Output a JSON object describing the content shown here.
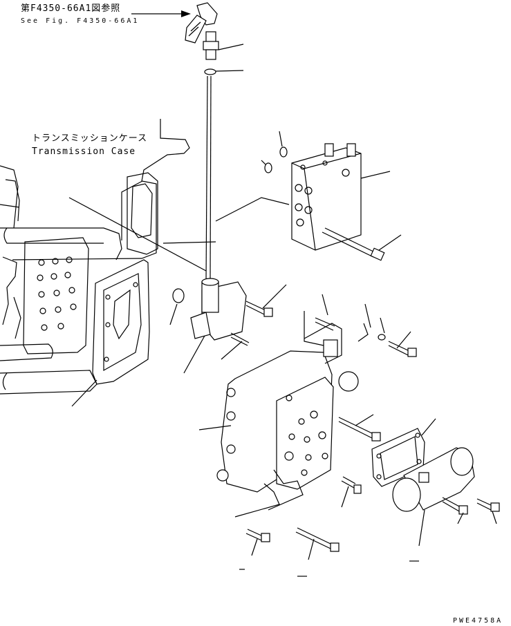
{
  "references": {
    "jp": "第F4350-66A1図参照",
    "en": "See Fig. F4350-66A1"
  },
  "case_label": {
    "jp": "トランスミッションケース",
    "en": "Transmission Case"
  },
  "drawing_code": "PWE4758A"
}
